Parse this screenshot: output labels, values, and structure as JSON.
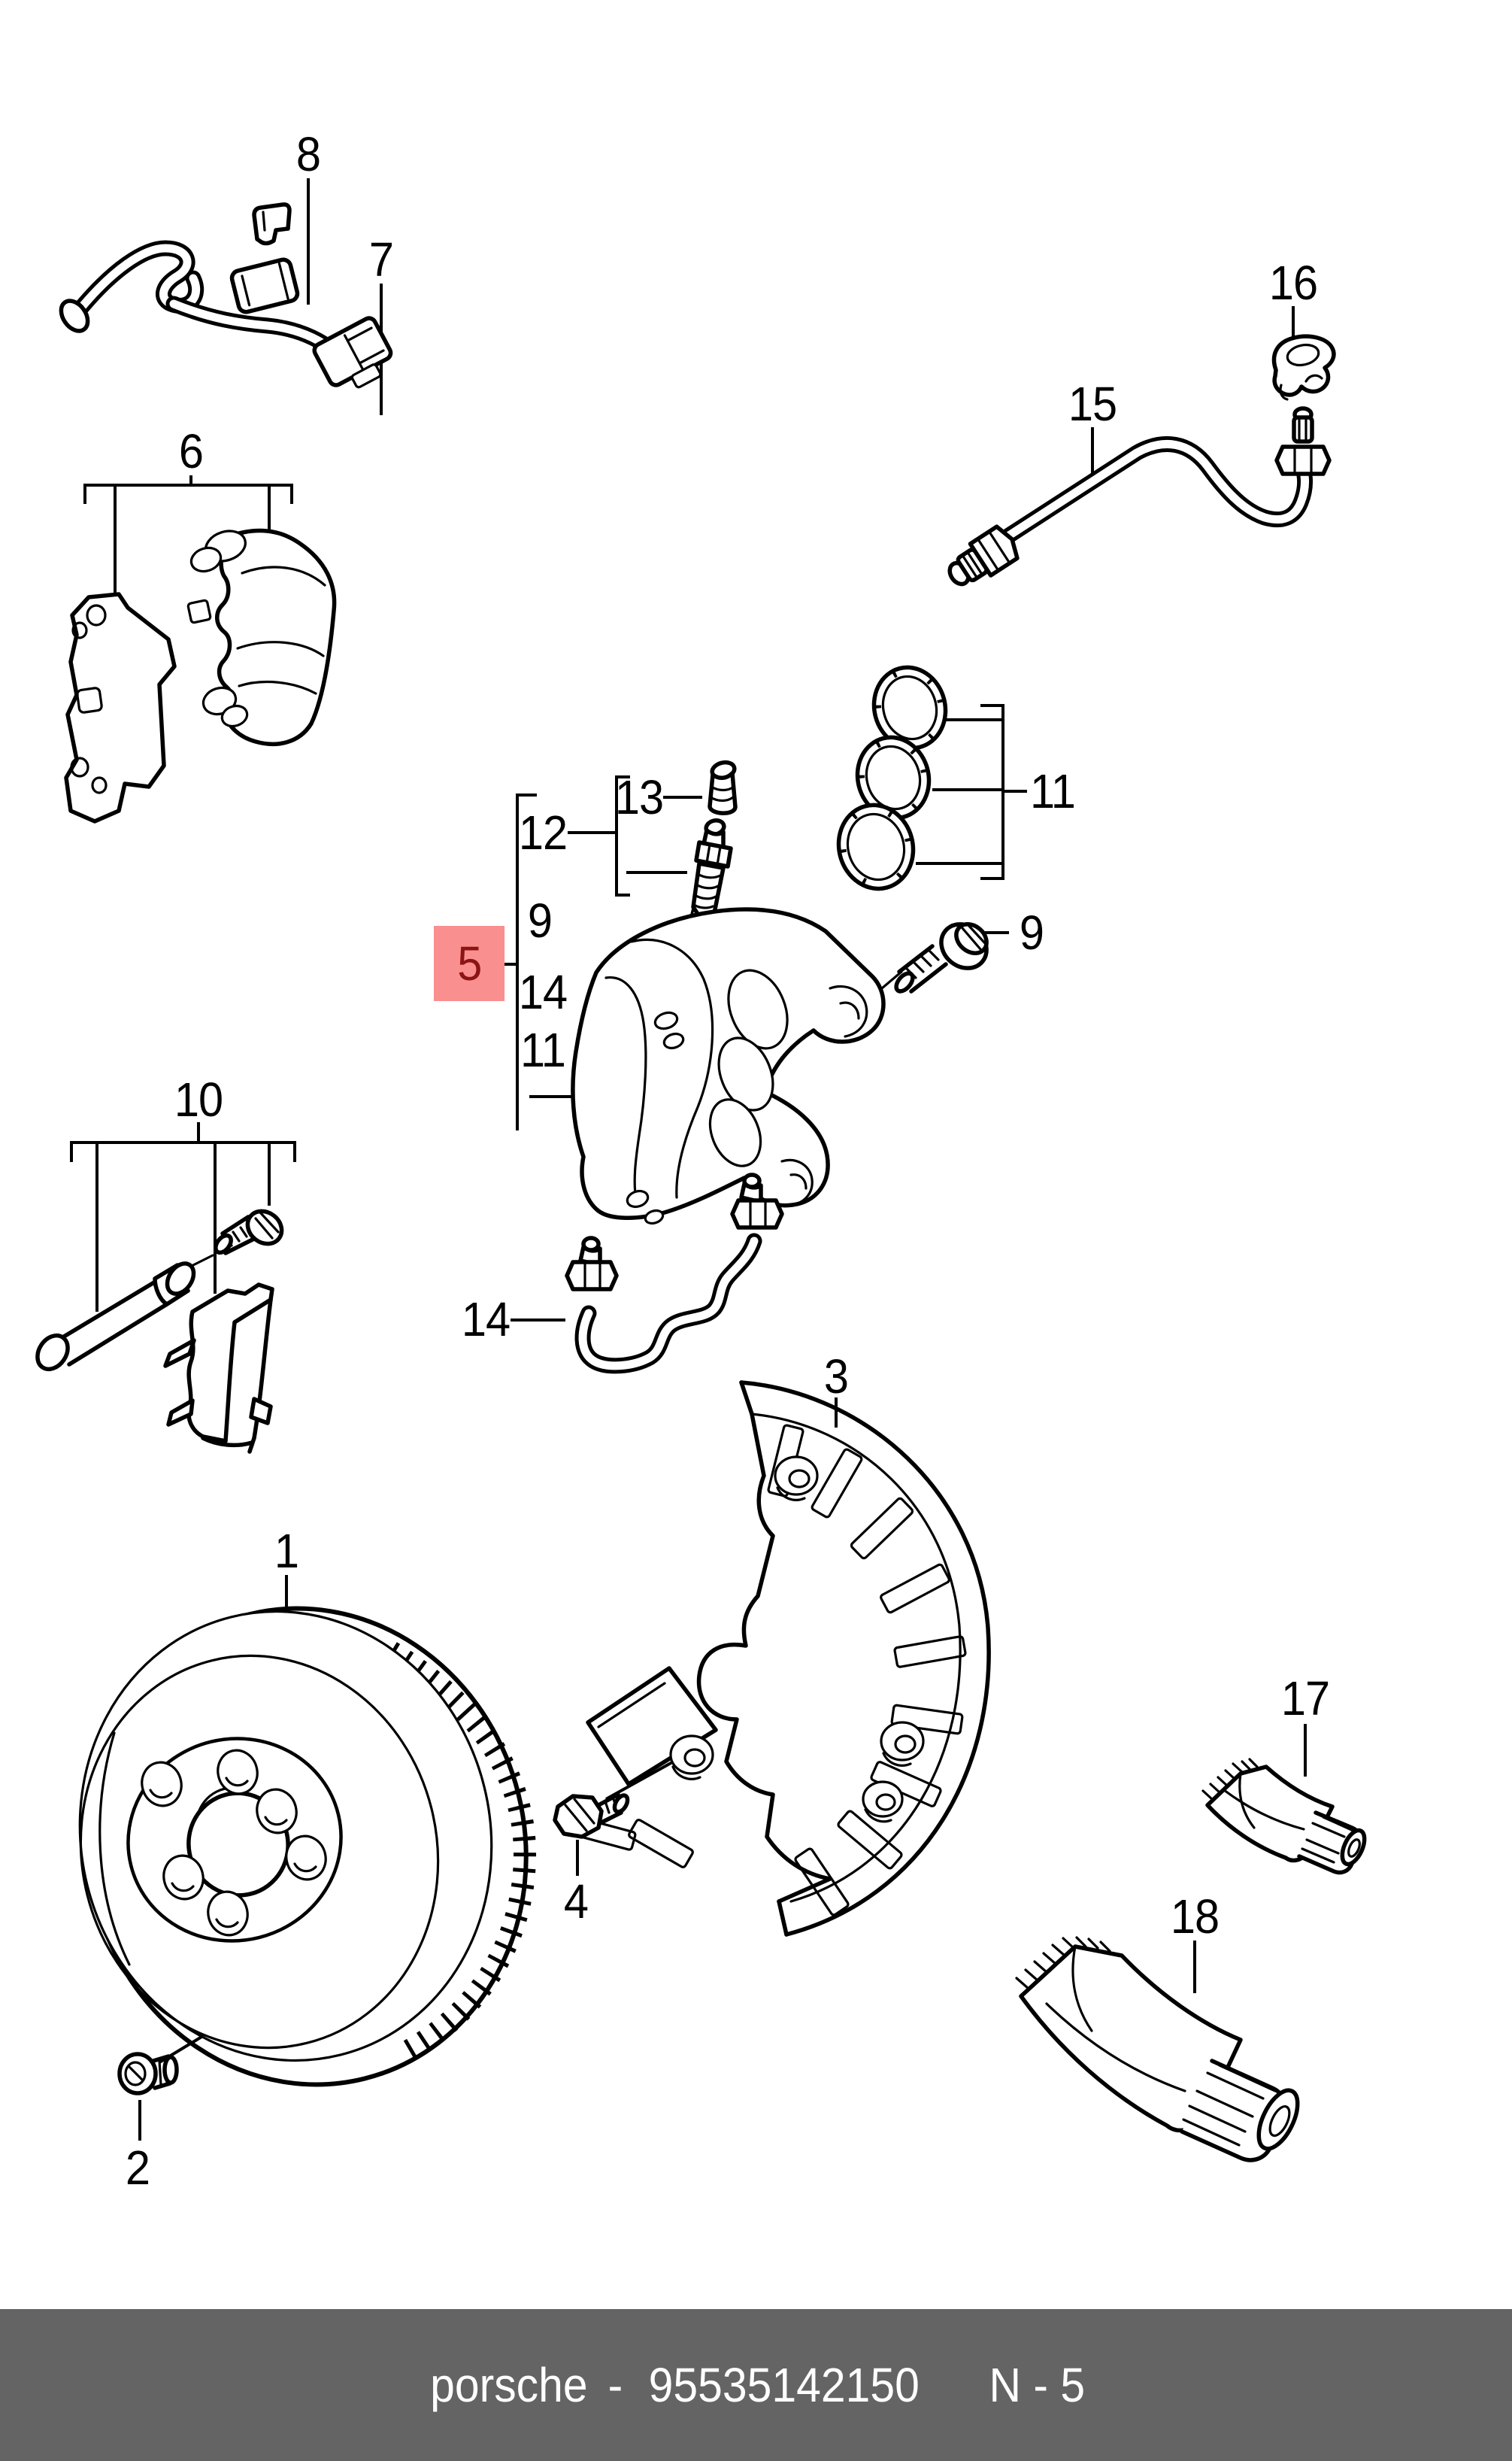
{
  "colors": {
    "background": "#ffffff",
    "line": "#000000",
    "highlight_bg": "#fa8f8f",
    "highlight_text": "#8c1414",
    "footer_bg": "#646464",
    "footer_text": "#ffffff"
  },
  "footer": {
    "brand": "porsche",
    "separator": " - ",
    "part_number": "95535142150",
    "spacer": "    ",
    "page_ref": "N - 5"
  },
  "callouts": {
    "disc": "1",
    "disc_screw": "2",
    "shield": "3",
    "shield_screw": "4",
    "caliper_group": "5",
    "pad_set": "6",
    "connector": "7",
    "clip": "8",
    "bolt": "9",
    "bolt_in_group": "9",
    "guide_group": "10",
    "seals": "11",
    "seals_in_group": "11",
    "bleeder": "12",
    "bleeder_cap": "13",
    "pipe": "14",
    "pipe_in_group": "14",
    "hose": "15",
    "hose_clip": "16",
    "grease_small": "17",
    "grease_large": "18"
  }
}
